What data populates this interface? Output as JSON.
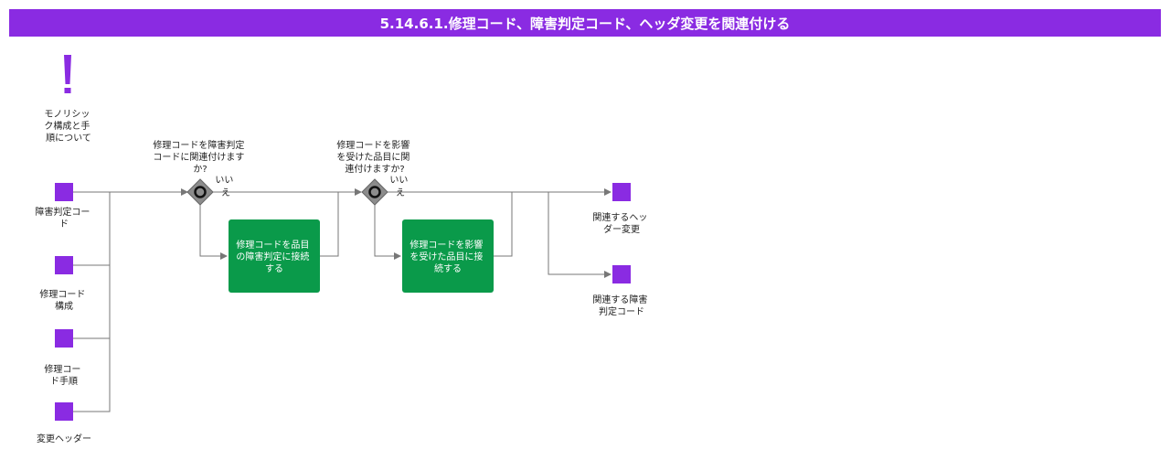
{
  "title": "5.14.6.1.修理コード、障害判定コード、ヘッダ変更を関連付ける",
  "colors": {
    "accent": "#8a2be2",
    "task": "#0a9a4a",
    "gateway": "#8c8c8c",
    "line": "#777777"
  },
  "annotation": {
    "icon": "exclamation-icon",
    "lines": [
      "モノリシッ",
      "ク構成と手",
      "順について"
    ]
  },
  "inputs": [
    {
      "lines": [
        "障害判定コー",
        "ド"
      ]
    },
    {
      "lines": [
        "修理コード",
        "構成"
      ]
    },
    {
      "lines": [
        "修理コー",
        "ド手順"
      ]
    },
    {
      "lines": [
        "変更ヘッダー"
      ]
    }
  ],
  "gateways": [
    {
      "question": [
        "修理コードを障害判定",
        "コードに関連付けます",
        "か?"
      ],
      "no_label": [
        "いい",
        "え"
      ]
    },
    {
      "question": [
        "修理コードを影響",
        "を受けた品目に関",
        "連付けますか?"
      ],
      "no_label": [
        "いい",
        "え"
      ]
    }
  ],
  "tasks": [
    {
      "lines": [
        "修理コードを品目",
        "の障害判定に接続",
        "する"
      ]
    },
    {
      "lines": [
        "修理コードを影響",
        "を受けた品目に接",
        "続する"
      ]
    }
  ],
  "outputs": [
    {
      "lines": [
        "関連するヘッ",
        "ダー変更"
      ]
    },
    {
      "lines": [
        "関連する障害",
        "判定コード"
      ]
    }
  ]
}
